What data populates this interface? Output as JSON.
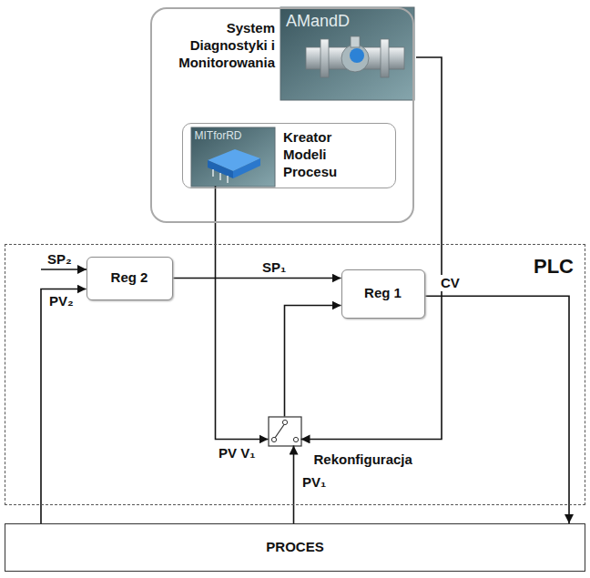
{
  "diagram": {
    "nodes": [
      {
        "text": [
          "System Diagnostyki i Monitorowania"
        ]
      },
      {
        "text": [
          "AMandD"
        ],
        "in": 0
      },
      {
        "text": [
          "Kreator Modeli Procesu"
        ],
        "in": 0
      },
      {
        "text": [
          "MITforRD"
        ],
        "in": 2
      },
      {
        "text": [
          "PLC"
        ]
      },
      {
        "text": [
          "Reg 2"
        ],
        "in": 4
      },
      {
        "text": [
          "Reg 1"
        ],
        "in": 4
      },
      {
        "text": [
          "Rekonfiguracja"
        ],
        "in": 4
      },
      {
        "text": [
          "PROCES"
        ]
      }
    ],
    "edges": [
      {
        "from": 3,
        "to": 7,
        "label": "PV V₁",
        "arrow": "to"
      },
      {
        "from": 1,
        "to": 7,
        "arrow": "to"
      },
      {
        "from": 5,
        "to": 6,
        "label": "SP₁",
        "arrow": "to"
      },
      {
        "from": 7,
        "to": 6,
        "arrow": "to"
      },
      {
        "from": 6,
        "to": 8,
        "label": "CV",
        "arrow": "to"
      },
      {
        "from": 8,
        "to": 7,
        "label": "PV₁",
        "arrow": "to"
      },
      {
        "from": 8,
        "to": 5,
        "label": "PV₂",
        "arrow": "to"
      }
    ],
    "labels": [
      "SP₂"
    ]
  }
}
